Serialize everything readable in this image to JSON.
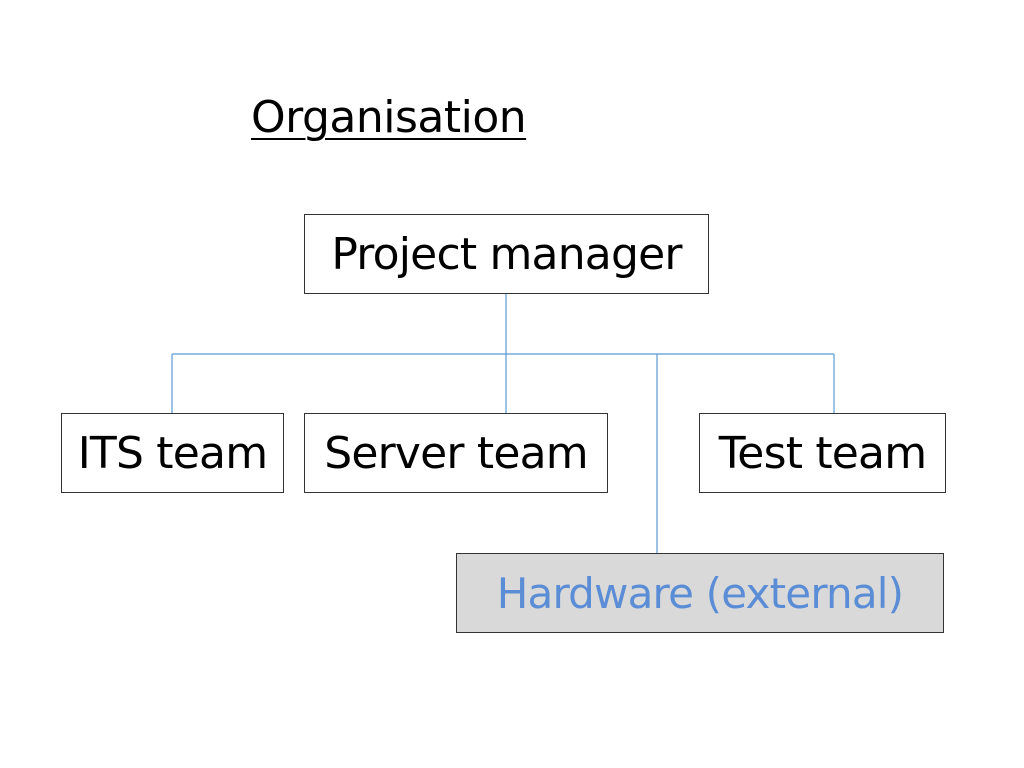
{
  "slide": {
    "title": "Organisation"
  },
  "org_chart": {
    "root": {
      "label": "Project manager"
    },
    "teams": [
      {
        "label": "ITS team"
      },
      {
        "label": "Server team"
      },
      {
        "label": "Test team"
      }
    ],
    "external": {
      "label": "Hardware (external)",
      "text_color": "#5b8dd6",
      "fill_color": "#d9d9d9"
    }
  },
  "colors": {
    "connector": "#5b9bd5",
    "box_border": "#333333",
    "text": "#000000"
  }
}
